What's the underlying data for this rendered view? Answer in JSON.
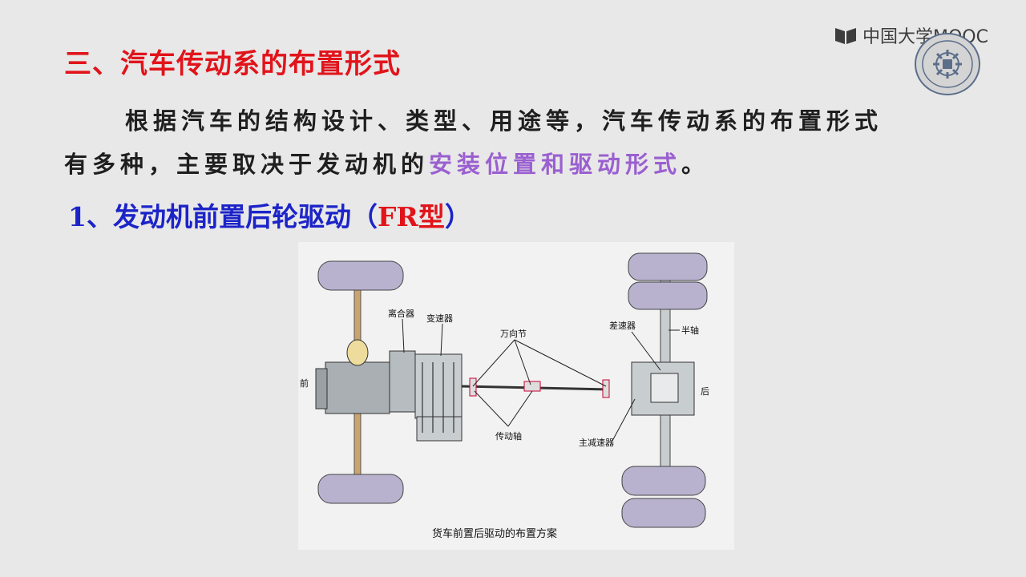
{
  "branding": {
    "mooc_text": "中国大学MOOC"
  },
  "title": "三、汽车传动系的布置形式",
  "paragraph": {
    "line1": "根据汽车的结构设计、类型、用途等，汽车传动系的布置形式",
    "line2_prefix": "有多种，主要取决于发动机的",
    "line2_highlight": "安装位置和驱动形式",
    "line2_suffix": "。"
  },
  "subtitle": {
    "prefix": "1、发动机前置后轮驱动（",
    "code": "FR型",
    "suffix": "）"
  },
  "diagram": {
    "labels": {
      "clutch": "离合器",
      "gearbox": "变速器",
      "universal_joint": "万向节",
      "differential": "差速器",
      "half_shaft": "半轴",
      "front": "前",
      "rear": "后",
      "drive_shaft": "传动轴",
      "final_drive": "主减速器"
    },
    "caption": "货车前置后驱动的布置方案"
  },
  "colors": {
    "title": "#e1141b",
    "subtitle": "#1c24c8",
    "highlight": "#9a5fd0",
    "wheel": "#b9b2cf"
  }
}
